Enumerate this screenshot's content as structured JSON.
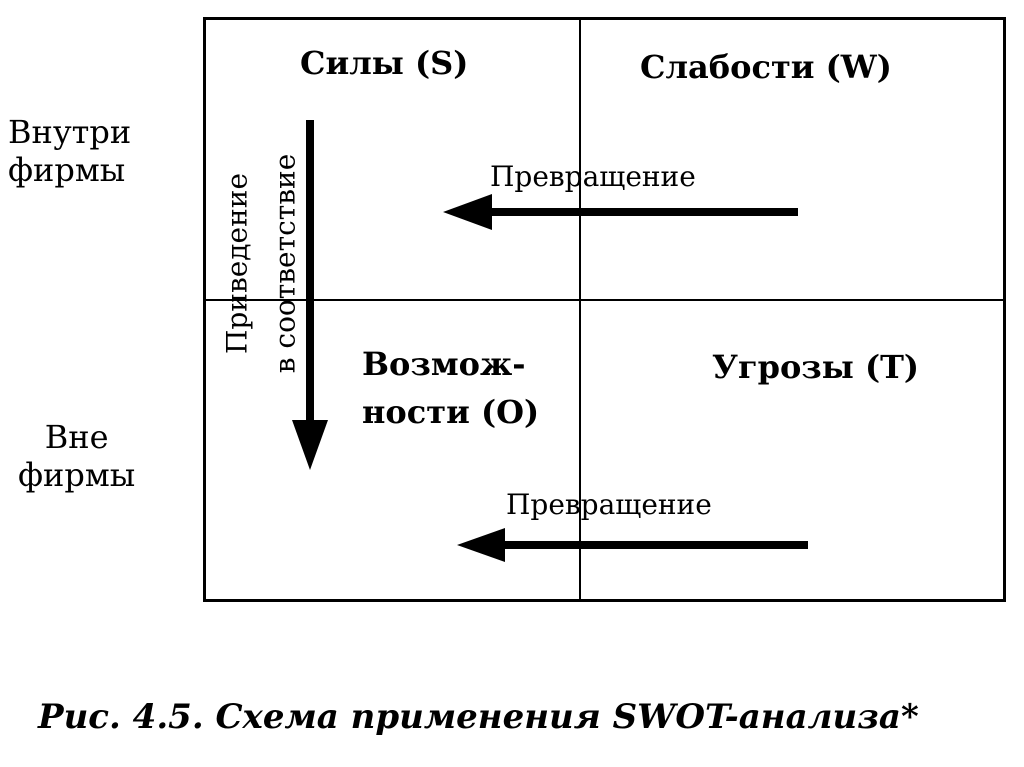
{
  "side_labels": {
    "inside": [
      "Внутри",
      "фирмы"
    ],
    "outside": [
      "Вне",
      "фирмы"
    ]
  },
  "quadrants": {
    "strengths": "Силы (S)",
    "weaknesses": "Слабости (W)",
    "opportunities": [
      "Возмож-",
      "ности (O)"
    ],
    "threats": "Угрозы (T)"
  },
  "arrows": {
    "vertical": [
      "Приведение",
      "в соответствие"
    ],
    "top_horizontal": "Превращение",
    "bottom_horizontal": "Превращение"
  },
  "caption": "Рис. 4.5. Схема применения SWOT-анализа*"
}
